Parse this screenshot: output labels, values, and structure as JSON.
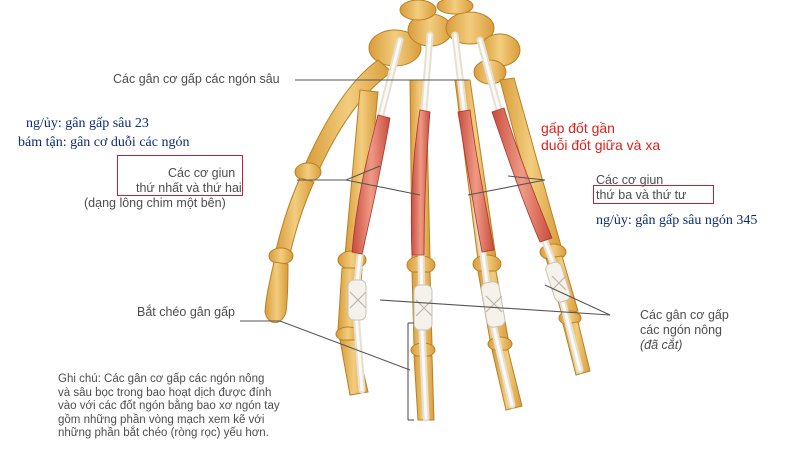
{
  "labels": {
    "deep_flexor": "Các gân cơ gấp các ngón sâu",
    "lumbricals_12_line1": "Các cơ giun",
    "lumbricals_12_line2": "thứ nhất và thứ hai",
    "lumbricals_12_line3": "(dạng lông chim một bên)",
    "lumbricals_34_line1": "Các cơ giun",
    "lumbricals_34_line2": "thứ ba và thứ tư",
    "cruciate": "Bắt chéo gân gấp",
    "superficial_line1": "Các gân cơ gấp",
    "superficial_line2": "các ngón nông",
    "superficial_line3": "(đã cắt)"
  },
  "annotations": {
    "origin_12": "ng/ủy: gân gấp sâu 23",
    "insertion": "bám tận: gân cơ duỗi các ngón",
    "action_line1": "gấp đốt gần",
    "action_line2": "duỗi đốt giữa và xa",
    "origin_34": "ng/ủy: gân gấp sâu ngón 345"
  },
  "note": {
    "line1": "Ghi chú: Các gân cơ gấp các ngón nông",
    "line2": "và sâu bọc trong bao hoạt dịch được đính",
    "line3": "vào với các đốt ngón bằng bao xơ ngón tay",
    "line4": "gồm những phần vòng mạch xem kẽ với",
    "line5": "những phần bắt chéo (ròng rọc) yếu hơn."
  },
  "colors": {
    "bone": "#e9b85c",
    "bone_dark": "#c98f2e",
    "tendon": "#f3efe8",
    "muscle": "#e0705e",
    "blue_text": "#0b2a78",
    "red_text": "#e0201a",
    "box": "#c8202a"
  }
}
